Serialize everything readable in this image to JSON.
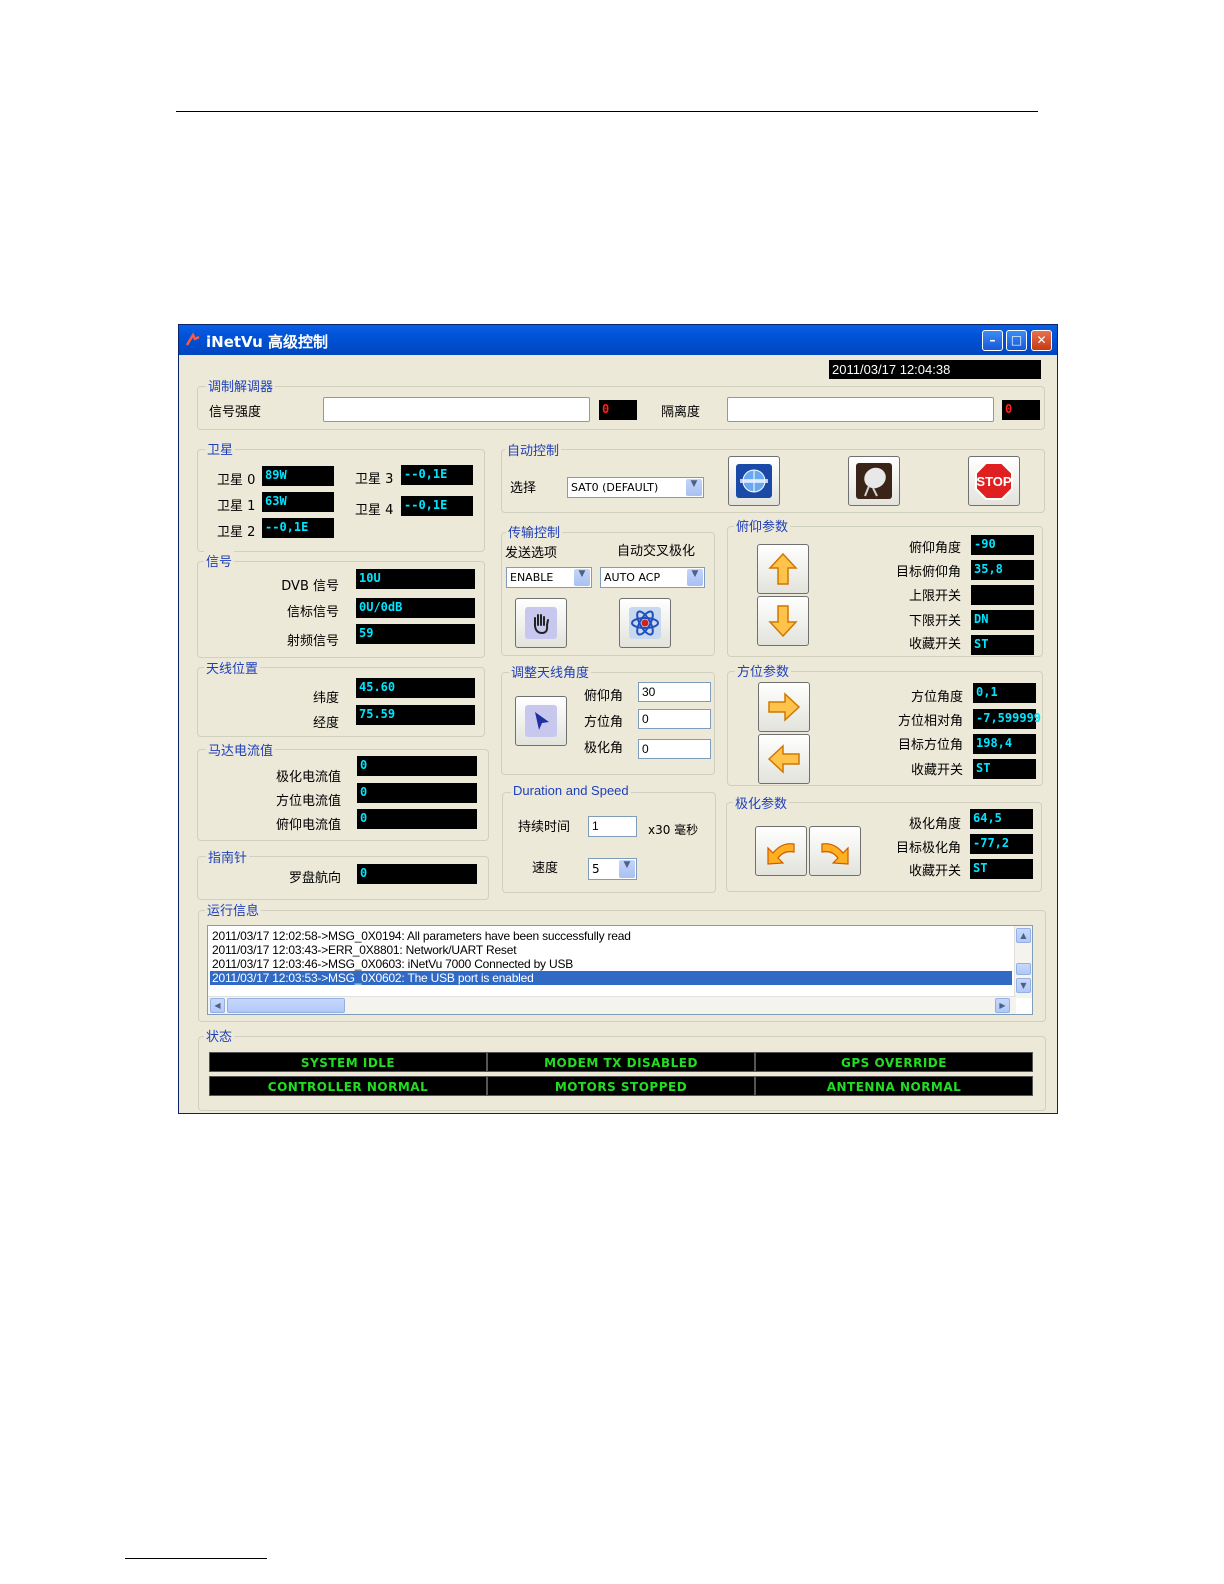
{
  "window": {
    "title": "iNetVu 高级控制",
    "datetime": "2011/03/17 12:04:38"
  },
  "modem": {
    "group": "调制解调器",
    "signal_label": "信号强度",
    "signal_value": "0",
    "isolation_label": "隔离度",
    "isolation_value": "0"
  },
  "satellite": {
    "group": "卫星",
    "items": [
      {
        "label": "卫星 0",
        "value": "89W"
      },
      {
        "label": "卫星 1",
        "value": "63W"
      },
      {
        "label": "卫星 2",
        "value": "--0,1E"
      },
      {
        "label": "卫星 3",
        "value": "--0,1E"
      },
      {
        "label": "卫星 4",
        "value": "--0,1E"
      }
    ]
  },
  "signal": {
    "group": "信号",
    "items": [
      {
        "label": "DVB 信号",
        "value": "10U"
      },
      {
        "label": "信标信号",
        "value": "0U/0dB"
      },
      {
        "label": "射频信号",
        "value": "59"
      }
    ]
  },
  "antenna_position": {
    "group": "天线位置",
    "items": [
      {
        "label": "纬度",
        "value": "45.60"
      },
      {
        "label": "经度",
        "value": "75.59"
      }
    ]
  },
  "motor_current": {
    "group": "马达电流值",
    "items": [
      {
        "label": "极化电流值",
        "value": "0"
      },
      {
        "label": "方位电流值",
        "value": "0"
      },
      {
        "label": "俯仰电流值",
        "value": "0"
      }
    ]
  },
  "compass": {
    "group": "指南针",
    "label": "罗盘航向",
    "value": "0"
  },
  "auto_control": {
    "group": "自动控制",
    "select_label": "选择",
    "select_value": "SAT0 (DEFAULT)",
    "stop_label": "STOP"
  },
  "transmit_control": {
    "group": "传输控制",
    "send_label": "发送选项",
    "send_value": "ENABLE",
    "cross_pol_label": "自动交叉极化",
    "cross_pol_value": "AUTO ACP"
  },
  "adjust_angle": {
    "group": "调整天线角度",
    "items": [
      {
        "label": "俯仰角",
        "value": "30"
      },
      {
        "label": "方位角",
        "value": "0"
      },
      {
        "label": "极化角",
        "value": "0"
      }
    ]
  },
  "duration_speed": {
    "group": "Duration and Speed",
    "duration_label": "持续时间",
    "duration_value": "1",
    "duration_unit": "x30 毫秒",
    "speed_label": "速度",
    "speed_value": "5"
  },
  "elevation": {
    "group": "俯仰参数",
    "items": [
      {
        "label": "俯仰角度",
        "value": "-90"
      },
      {
        "label": "目标俯仰角",
        "value": "35,8"
      },
      {
        "label": "上限开关",
        "value": ""
      },
      {
        "label": "下限开关",
        "value": "DN"
      },
      {
        "label": "收藏开关",
        "value": "ST"
      }
    ]
  },
  "azimuth": {
    "group": "方位参数",
    "items": [
      {
        "label": "方位角度",
        "value": "0,1"
      },
      {
        "label": "方位相对角",
        "value": "-7,599999"
      },
      {
        "label": "目标方位角",
        "value": "198,4"
      },
      {
        "label": "收藏开关",
        "value": "ST"
      }
    ]
  },
  "polarization": {
    "group": "极化参数",
    "items": [
      {
        "label": "极化角度",
        "value": "64,5"
      },
      {
        "label": "目标极化角",
        "value": "-77,2"
      },
      {
        "label": "收藏开关",
        "value": "ST"
      }
    ]
  },
  "run_info": {
    "group": "运行信息",
    "lines": [
      "2011/03/17 12:02:58->MSG_0X0194: All parameters have been successfully read",
      "2011/03/17 12:03:43->ERR_0X8801: Network/UART Reset",
      "2011/03/17 12:03:46->MSG_0X0603: iNetVu 7000 Connected by USB",
      "2011/03/17 12:03:53->MSG_0X0602: The USB port is enabled"
    ]
  },
  "status": {
    "group": "状态",
    "cells": [
      "SYSTEM IDLE",
      "MODEM TX DISABLED",
      "GPS OVERRIDE",
      "CONTROLLER NORMAL",
      "MOTORS STOPPED",
      "ANTENNA NORMAL"
    ]
  },
  "colors": {
    "value_text": "#00e5ff",
    "status_text": "#22dd22",
    "group_title": "#1f3fb8",
    "title_bar": "#0052d6"
  },
  "icons": [
    "app-logo-icon",
    "globe-search-icon",
    "satellite-dish-icon",
    "stop-sign-icon",
    "hand-icon",
    "atom-icon",
    "cursor-arrow-icon",
    "arrow-up-icon",
    "arrow-down-icon",
    "arrow-right-icon",
    "arrow-left-icon",
    "rotate-left-icon",
    "rotate-right-icon"
  ]
}
